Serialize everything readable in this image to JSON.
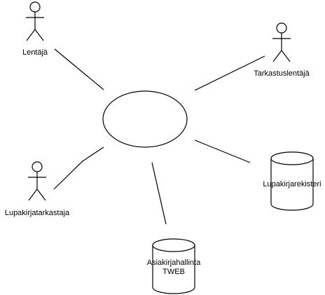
{
  "actors": [
    {
      "id": "lentaja",
      "label": "Lentäjä"
    },
    {
      "id": "tarkastuslentaja",
      "label": "Tarkastuslentäjä"
    },
    {
      "id": "lupakirjatarkastaja",
      "label": "Lupakirjatarkastaja"
    }
  ],
  "use_case": {
    "label": ""
  },
  "databases": [
    {
      "id": "lupakirjarekisteri",
      "lines": [
        "Lupakirjarekisteri"
      ]
    },
    {
      "id": "asiakirjahallinta",
      "lines": [
        "Asiakirjahallinta",
        "TWEB"
      ]
    }
  ],
  "colors": {
    "stroke": "#000000",
    "background": "#ffffff"
  }
}
